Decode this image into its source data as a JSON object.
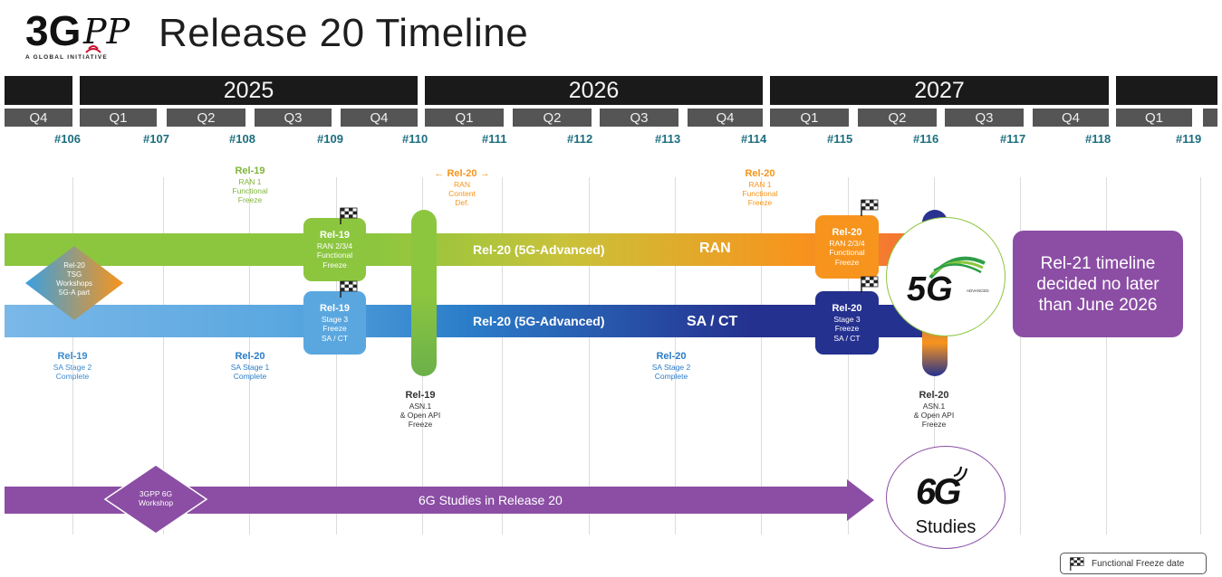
{
  "title": "Release 20 Timeline",
  "logo": {
    "mark": "3GPP",
    "tagline": "A GLOBAL INITIATIVE"
  },
  "years": [
    "2025",
    "2026",
    "2027"
  ],
  "quarters": [
    "Q4",
    "Q1",
    "Q2",
    "Q3",
    "Q4",
    "Q1",
    "Q2",
    "Q3",
    "Q4",
    "Q1",
    "Q2",
    "Q3",
    "Q4",
    "Q1"
  ],
  "meetings": [
    "#106",
    "#107",
    "#108",
    "#109",
    "#110",
    "#111",
    "#112",
    "#113",
    "#114",
    "#115",
    "#116",
    "#117",
    "#118",
    "#119"
  ],
  "ran_bar": {
    "label": "Rel-20 (5G-Advanced)",
    "tag": "RAN"
  },
  "sact_bar": {
    "label": "Rel-20 (5G-Advanced)",
    "tag": "SA / CT"
  },
  "sixg_bar": {
    "label": "6G Studies in Release 20"
  },
  "labels": {
    "rel19_ran1": {
      "head": "Rel-19",
      "lines": [
        "RAN 1",
        "Functional",
        "Freeze"
      ]
    },
    "rel20_content": {
      "head": "Rel-20",
      "lines": [
        "RAN",
        "Content",
        "Def."
      ]
    },
    "rel20_ran1": {
      "head": "Rel-20",
      "lines": [
        "RAN 1",
        "Functional",
        "Freeze"
      ]
    },
    "rel19_sa2": {
      "head": "Rel-19",
      "lines": [
        "SA Stage 2",
        "Complete"
      ]
    },
    "rel20_sa1": {
      "head": "Rel-20",
      "lines": [
        "SA Stage 1",
        "Complete"
      ]
    },
    "rel20_sa2": {
      "head": "Rel-20",
      "lines": [
        "SA Stage 2",
        "Complete"
      ]
    },
    "rel19_asn": {
      "head": "Rel-19",
      "lines": [
        "ASN.1",
        "& Open API",
        "Freeze"
      ]
    },
    "rel20_asn": {
      "head": "Rel-20",
      "lines": [
        "ASN.1",
        "& Open API",
        "Freeze"
      ]
    }
  },
  "boxes": {
    "rel19_ran234": {
      "head": "Rel-19",
      "lines": [
        "RAN 2/3/4",
        "Functional",
        "Freeze"
      ]
    },
    "rel19_stage3": {
      "head": "Rel-19",
      "lines": [
        "Stage 3",
        "Freeze",
        "SA / CT"
      ]
    },
    "rel20_ran234": {
      "head": "Rel-20",
      "lines": [
        "RAN 2/3/4",
        "Functional",
        "Freeze"
      ]
    },
    "rel20_stage3": {
      "head": "Rel-20",
      "lines": [
        "Stage 3",
        "Freeze",
        "SA / CT"
      ]
    }
  },
  "diamonds": {
    "workshop5g": {
      "lines": [
        "Rel-20",
        "TSG",
        "Workshops",
        "5G-A part"
      ]
    },
    "workshop6g": {
      "lines": [
        "3GPP 6G",
        "Workshop"
      ]
    }
  },
  "logo_5g": {
    "mark": "5G",
    "sub": "ADVANCED"
  },
  "logo_6g": {
    "mark": "6G",
    "sub": "Studies"
  },
  "rel21_callout": {
    "text": "Rel-21 timeline decided no later than June 2026"
  },
  "legend": {
    "text": "Functional Freeze date"
  },
  "colors": {
    "ran_green": "#8cc63f",
    "ran_orange": "#f7941d",
    "sact_light": "#5aa7e0",
    "sact_dark": "#25318f",
    "purple": "#8b4ea4",
    "teal": "#1c6e7f"
  }
}
